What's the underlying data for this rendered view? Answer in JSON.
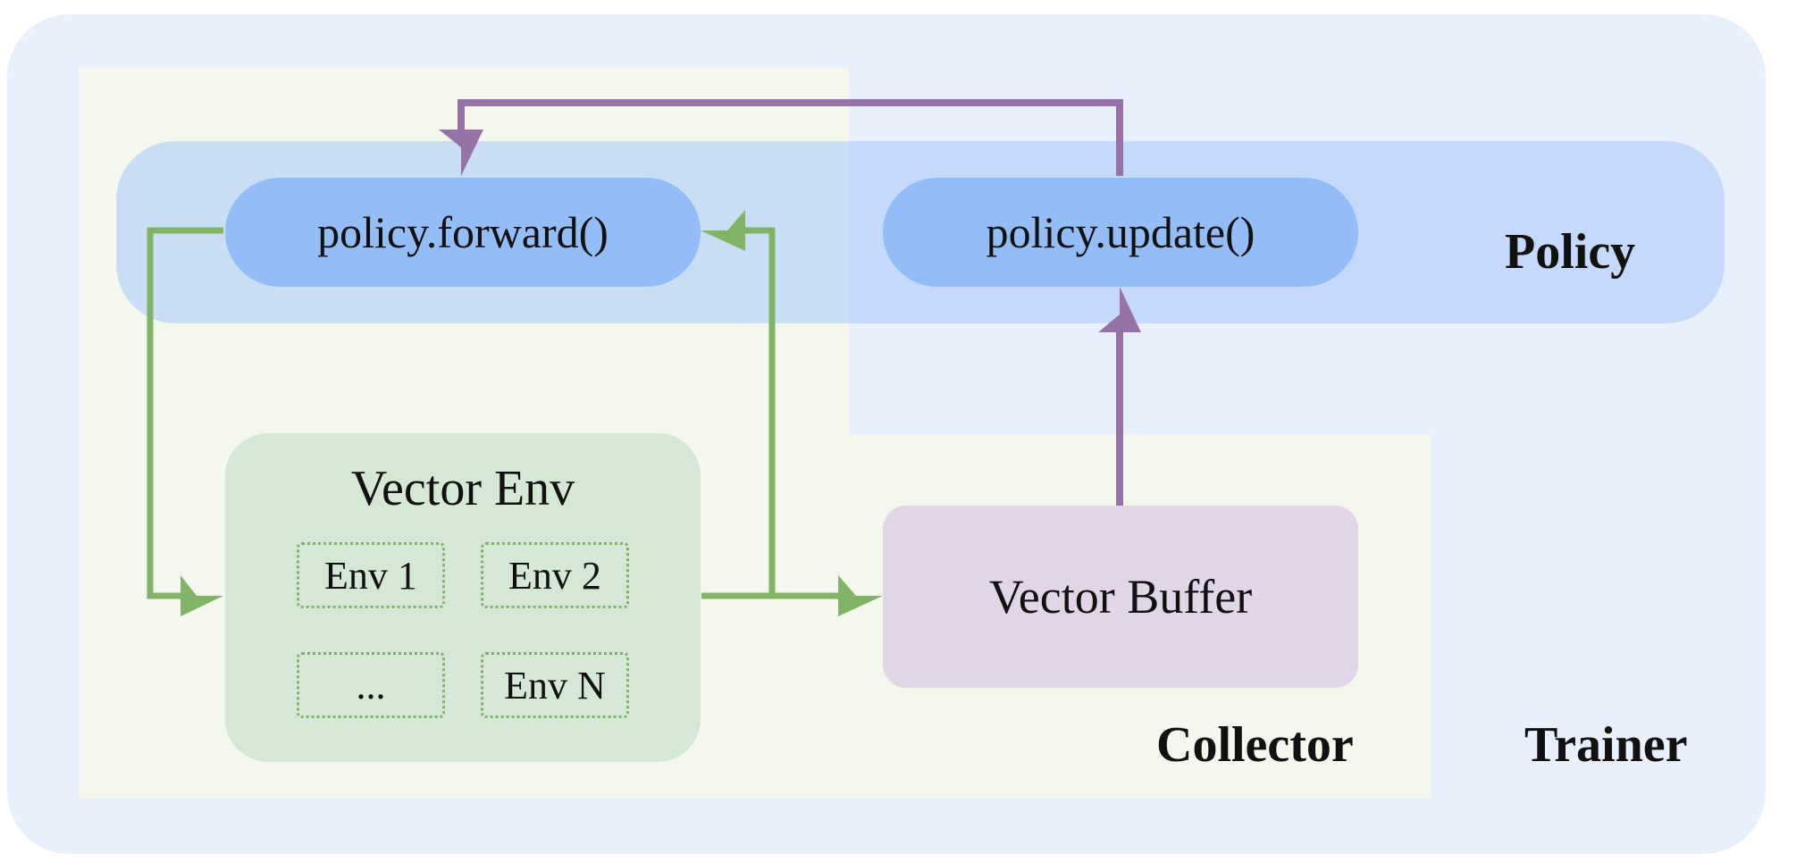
{
  "regions": {
    "trainer_label": "Trainer",
    "collector_label": "Collector",
    "policy_label": "Policy"
  },
  "nodes": {
    "policy_forward": "policy.forward()",
    "policy_update": "policy.update()",
    "vector_env": {
      "title": "Vector Env",
      "envs": [
        "Env 1",
        "Env 2",
        "...",
        "Env N"
      ]
    },
    "vector_buffer": "Vector Buffer"
  },
  "colors": {
    "trainer_bg": "#e8effd",
    "collector_bg": "#f3f7ee",
    "policy_bg": "#a0c4fa",
    "policy_node": "#94bdf8",
    "env_node": "#d5e8d5",
    "buffer_node": "#e2d5e8",
    "green_arrow": "#82b366",
    "purple_arrow": "#9673a6"
  }
}
